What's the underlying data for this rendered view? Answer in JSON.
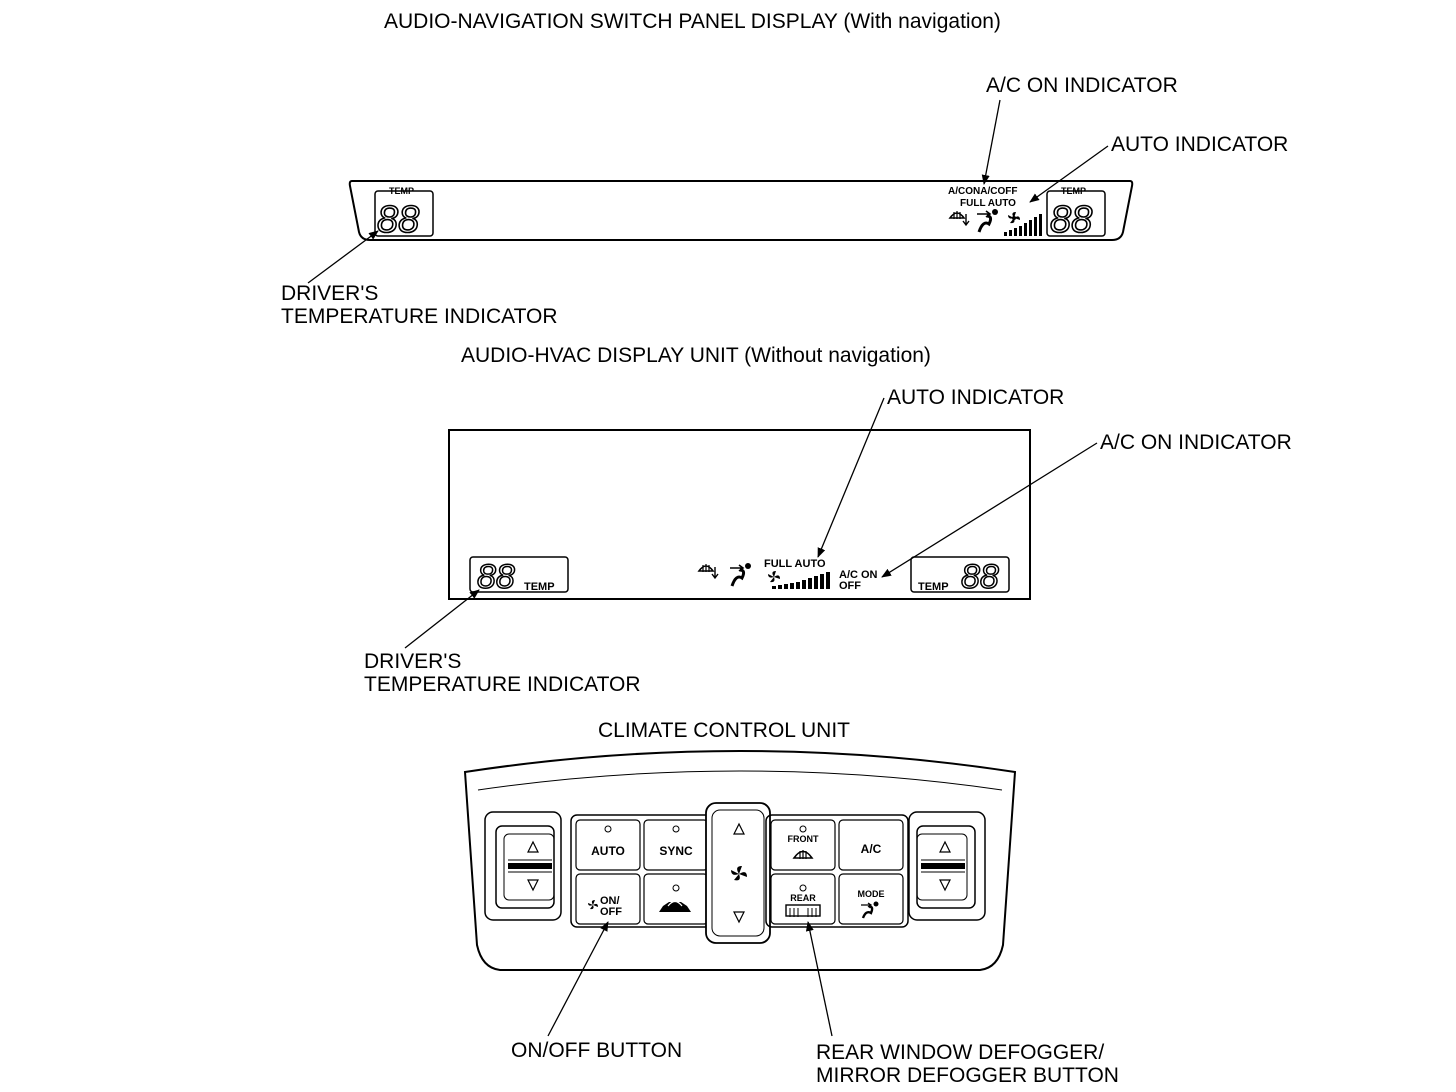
{
  "nav_panel": {
    "title": "AUDIO-NAVIGATION SWITCH PANEL DISPLAY (With navigation)",
    "temp_label": "TEMP",
    "digits": "88",
    "ac_on_off": "A/CONA/COFF",
    "full_auto": "FULL AUTO",
    "callout_ac_on": "A/C ON INDICATOR",
    "callout_auto": "AUTO INDICATOR",
    "callout_driver_line1": "DRIVER'S",
    "callout_driver_line2": "TEMPERATURE INDICATOR"
  },
  "hvac_panel": {
    "title": "AUDIO-HVAC DISPLAY UNIT (Without navigation)",
    "temp_label": "TEMP",
    "digits": "88",
    "full_auto": "FULL AUTO",
    "ac_on": "A/C ON",
    "off": "OFF",
    "callout_auto": "AUTO INDICATOR",
    "callout_ac_on": "A/C ON INDICATOR",
    "callout_driver_line1": "DRIVER'S",
    "callout_driver_line2": "TEMPERATURE INDICATOR"
  },
  "climate_unit": {
    "title": "CLIMATE CONTROL UNIT",
    "auto_label": "AUTO",
    "sync_label": "SYNC",
    "front_label": "FRONT",
    "ac_label": "A/C",
    "on_label": "ON/",
    "off_label": "OFF",
    "rear_label": "REAR",
    "mode_label": "MODE",
    "callout_onoff": "ON/OFF BUTTON",
    "callout_rear_line1": "REAR WINDOW DEFOGGER/",
    "callout_rear_line2": "MIRROR DEFOGGER BUTTON"
  },
  "icons": [
    "defrost-icon",
    "airflow-mode-icon",
    "fan-icon",
    "fan-level-bars-icon",
    "recirculation-car-icon",
    "up-arrow-icon",
    "down-arrow-icon"
  ]
}
